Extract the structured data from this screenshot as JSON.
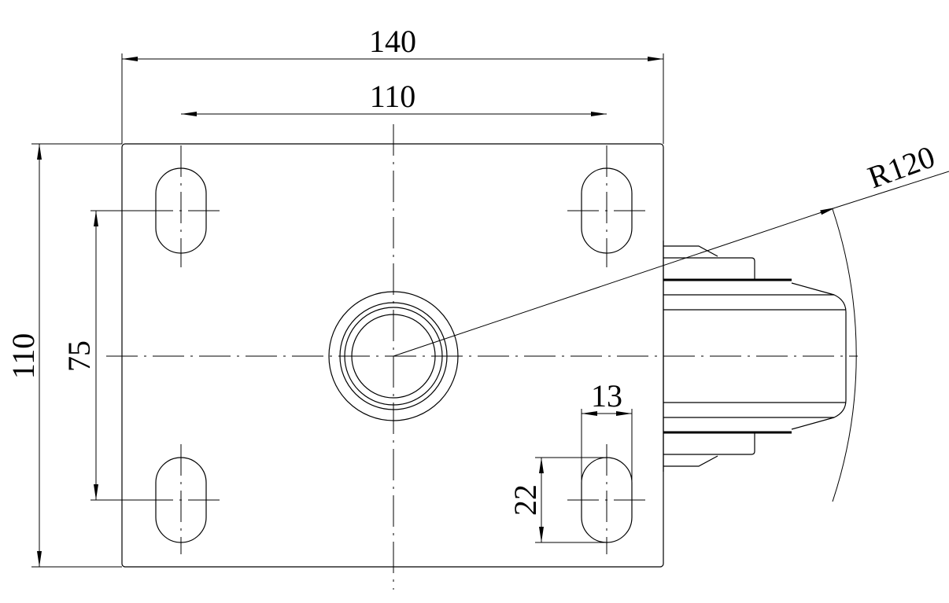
{
  "drawing": {
    "dimensions": {
      "overall_width": "140",
      "hole_spacing_x": "110",
      "overall_height": "110",
      "hole_spacing_y": "75",
      "slot_width": "13",
      "slot_length": "22",
      "swivel_radius": "R120"
    },
    "colors": {
      "line": "#000000",
      "background": "#ffffff"
    }
  }
}
